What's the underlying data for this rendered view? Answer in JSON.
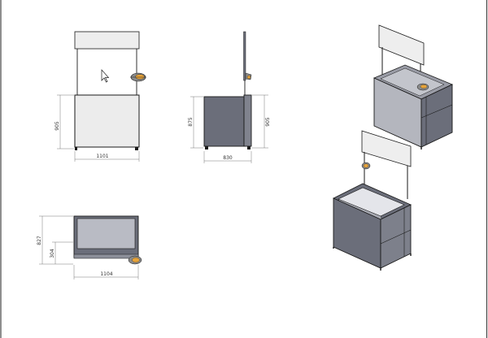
{
  "dimensions": {
    "front_width": "1101",
    "front_height": "905",
    "side_height_left": "875",
    "side_height_right": "905",
    "side_depth": "830",
    "top_depth_total": "827",
    "top_depth_partial": "304",
    "top_width": "1104"
  },
  "colors": {
    "line": "#1a1a1a",
    "panel_light": "#ececec",
    "panel_dark": "#6b6e7a",
    "panel_mid": "#8c8f99",
    "panel_top": "#b9bbc4",
    "sign": "#eeeeee"
  },
  "icons": {
    "cursor": "mouse-pointer-icon"
  }
}
